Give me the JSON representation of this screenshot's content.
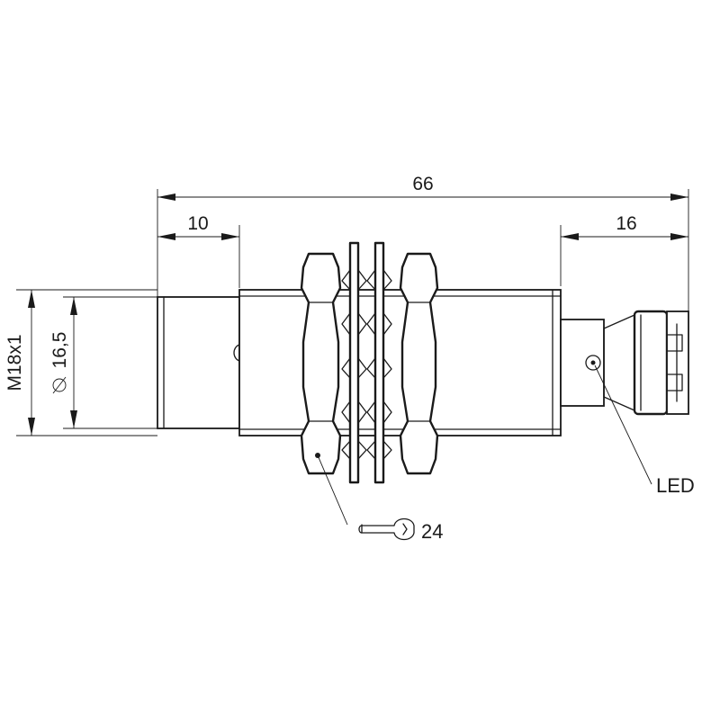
{
  "dimensions": {
    "overall_length": "66",
    "front_section": "10",
    "connector_length": "16",
    "thread": "M18x1",
    "diameter": "16,5"
  },
  "callouts": {
    "led": "LED",
    "wrench_size": "24"
  },
  "icons": {
    "diameter_symbol": "diameter-icon",
    "wrench_symbol": "wrench-icon"
  },
  "colors": {
    "line": "#1a1a1a",
    "background": "#ffffff"
  }
}
